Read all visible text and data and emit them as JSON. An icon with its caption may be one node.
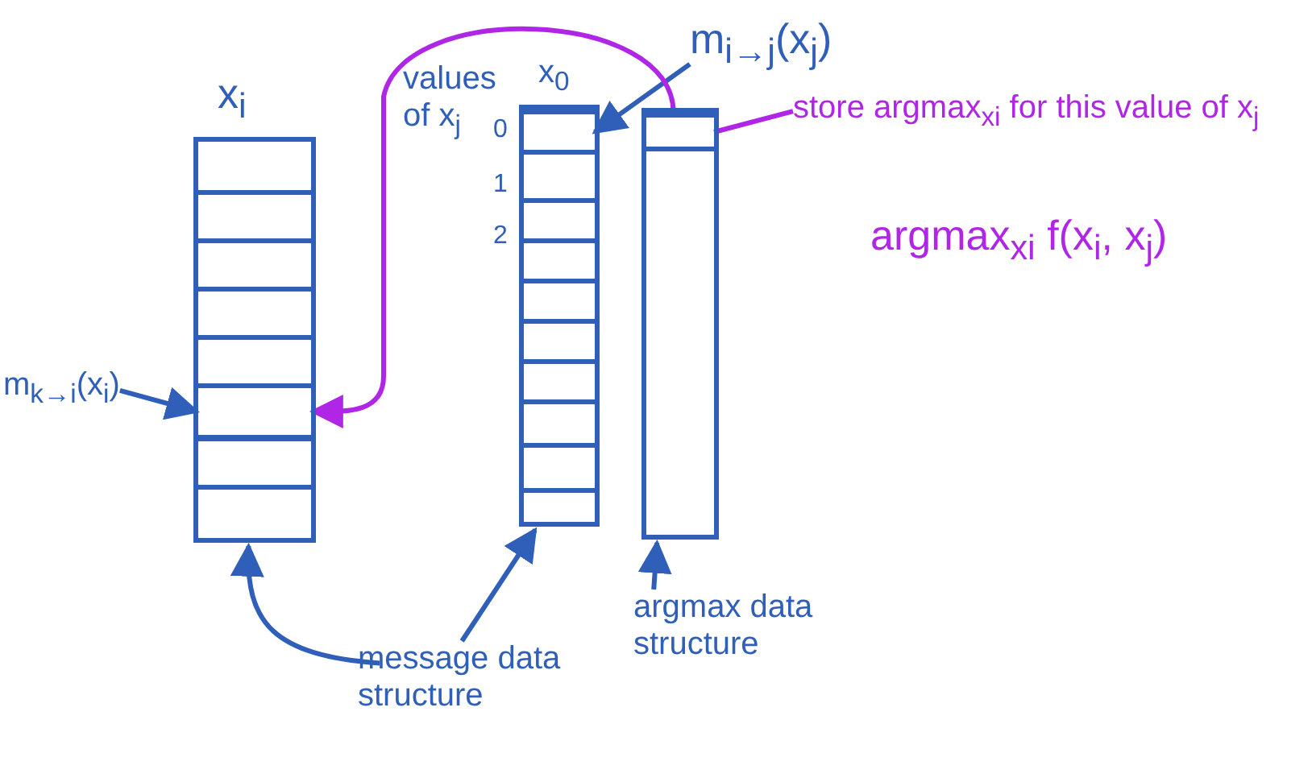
{
  "diagram": {
    "nodes": [
      {
        "text": [
          "x$_{i}$"
        ]
      },
      {
        "text": [],
        "shape": "box",
        "in": 0
      },
      {
        "text": [],
        "shape": "box"
      },
      {
        "text": [],
        "shape": "box",
        "in": 2
      },
      {
        "text": [],
        "shape": "box"
      },
      {
        "text": [],
        "shape": "box",
        "in": 4
      },
      {
        "text": [
          "m$_{k→i}$(x$_{i}$)"
        ]
      },
      {
        "text": [
          "m$_{i→j}$(x$_{j}$)"
        ]
      },
      {
        "text": [
          "store argmax$_{xi}$ for this value of x$_{j}$"
        ]
      },
      {
        "text": [
          "message data structure"
        ]
      },
      {
        "text": [
          "argmax data structure"
        ]
      }
    ],
    "edges": [
      {
        "from": 6,
        "to": 1,
        "arrow": "to"
      },
      {
        "from": 7,
        "to": 3,
        "arrow": "to"
      },
      {
        "from": 8,
        "to": 5,
        "arrow": "none",
        "color": "#b026e6"
      },
      {
        "from": 5,
        "to": 1,
        "arrow": "to",
        "color": "#b026e6"
      },
      {
        "from": 9,
        "to": 0,
        "arrow": "to"
      },
      {
        "from": 9,
        "to": 2,
        "arrow": "to"
      },
      {
        "from": 10,
        "to": 4,
        "arrow": "to"
      }
    ],
    "labels": [
      "values of x$_{j}$",
      "x$_{0}$",
      "0",
      "1",
      "2",
      "argmax$_{xi}$ f(x$_{i}$, x$_{j}$)"
    ]
  }
}
